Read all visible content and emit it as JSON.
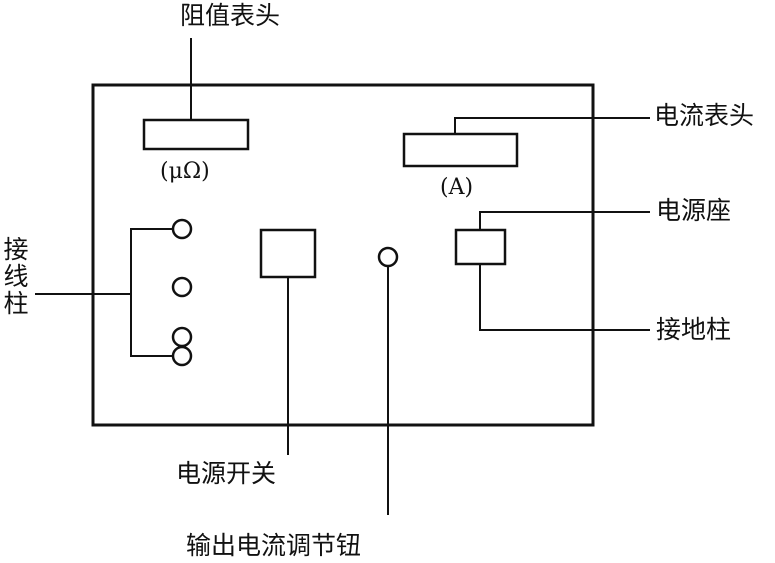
{
  "labels": {
    "ohm_meter": "阻值表头",
    "ohm_unit": "(μΩ)",
    "ammeter": "电流表头",
    "ammeter_unit": "(A)",
    "power_socket": "电源座",
    "ground_post": "接地柱",
    "terminal_posts": "接线柱",
    "power_switch": "电源开关",
    "output_knob": "输出电流调节钮"
  },
  "colors": {
    "line": "#111111",
    "background": "#ffffff"
  }
}
